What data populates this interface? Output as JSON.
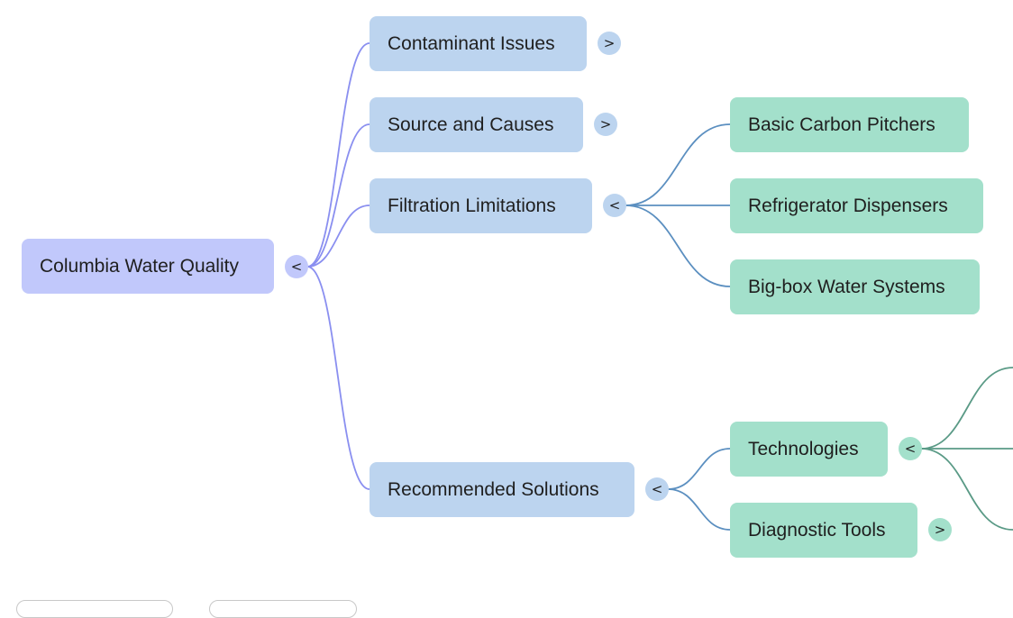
{
  "mindmap": {
    "root": {
      "label": "Columbia Water Quality",
      "toggle": "<"
    },
    "branches": {
      "contaminant": {
        "label": "Contaminant Issues",
        "toggle": ">"
      },
      "source": {
        "label": "Source and Causes",
        "toggle": ">"
      },
      "filtration": {
        "label": "Filtration Limitations",
        "toggle": "<"
      },
      "solutions": {
        "label": "Recommended Solutions",
        "toggle": "<"
      }
    },
    "filtration_children": {
      "carbon": {
        "label": "Basic Carbon Pitchers"
      },
      "fridge": {
        "label": "Refrigerator Dispensers"
      },
      "bigbox": {
        "label": "Big-box Water Systems"
      }
    },
    "solutions_children": {
      "technologies": {
        "label": "Technologies",
        "toggle": "<"
      },
      "diagnostic": {
        "label": "Diagnostic Tools",
        "toggle": ">"
      }
    }
  },
  "colors": {
    "root_fill": "#c1c8fb",
    "branch_fill": "#bcd4ef",
    "leaf_fill": "#a3e0cb",
    "root_link": "#8a8ff0",
    "branch_link": "#5b8fc0",
    "leaf_link": "#5a9a86"
  }
}
